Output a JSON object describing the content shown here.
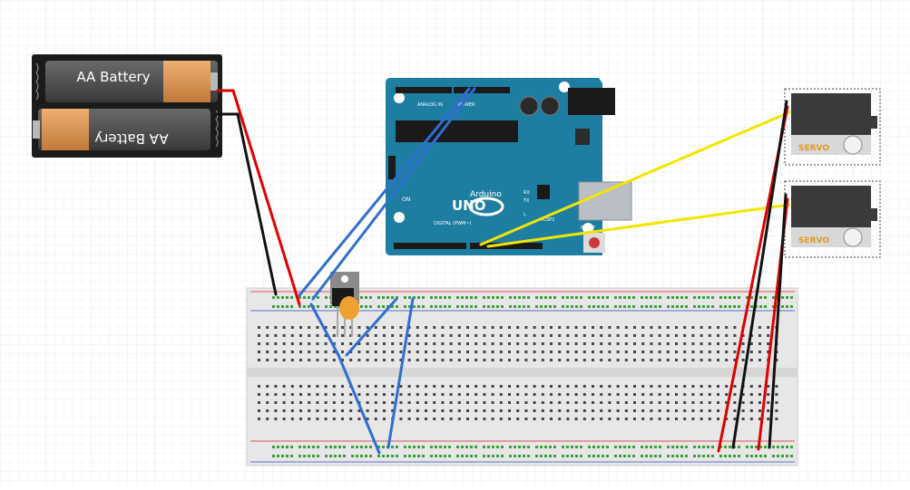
{
  "battery_pack": {
    "cell_top_label": "AA Battery",
    "cell_bottom_label": "AA Battery"
  },
  "arduino": {
    "model_label": "UNO",
    "brand_label": "Arduino",
    "digital_label": "DIGITAL (PWM~)",
    "power_label": "POWER",
    "analog_label": "ANALOG IN",
    "icsp_label": "ICSP2",
    "on_label": "ON",
    "tx_label": "TX",
    "rx_label": "RX",
    "l_label": "L",
    "reset_label": "RESET"
  },
  "servos": {
    "top_label": "SERVO",
    "bottom_label": "SERVO"
  },
  "wire_colors": {
    "red": "#e00000",
    "black": "#111111",
    "blue": "#2f6fd1",
    "yellow": "#f2e600"
  },
  "breadboard_colors": {
    "board": "#e7e7e7",
    "hole_green": "#3aa13a",
    "rail_red": "#e05050",
    "rail_blue": "#5a6fd0"
  }
}
